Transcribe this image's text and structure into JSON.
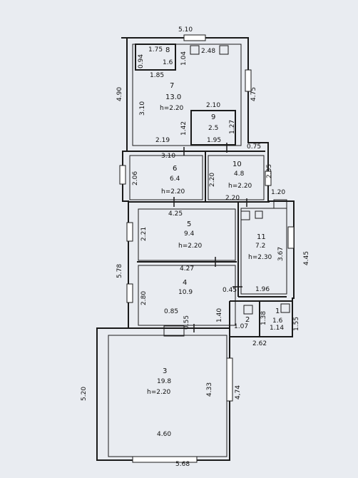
{
  "overall": {
    "width_top": "5.10",
    "width_bottom": "5.68",
    "height_left_upper": "4.90",
    "height_right_upper": "4.75",
    "height_left_mid": "5.78",
    "height_left_lower": "5.20",
    "height_right_mid": "4.45",
    "width_lower_right": "2.62",
    "height_lower_right": "1.55"
  },
  "rooms": [
    {
      "num": "8",
      "area": "1.6",
      "w": "1.75",
      "h": "0.94"
    },
    {
      "num": "7",
      "area": "13.0",
      "height": "h=2.20",
      "w": "1.85",
      "h": "3.10",
      "h2": "1.04",
      "extra": "2.48"
    },
    {
      "num": "9",
      "area": "2.5",
      "w": "2.10",
      "w2": "1.95",
      "h": "1.42",
      "h2": "1.27",
      "extra": "2.19"
    },
    {
      "num": "6",
      "area": "6.4",
      "height": "h=2.20",
      "w": "3.10",
      "h": "2.06"
    },
    {
      "num": "10",
      "area": "4.8",
      "height": "h=2.20",
      "w": "2.20",
      "h": "2.20",
      "h2": "2.35",
      "extra": "0.75"
    },
    {
      "num": "5",
      "area": "9.4",
      "height": "h=2.20",
      "w": "4.25",
      "h": "2.21"
    },
    {
      "num": "11",
      "area": "7.2",
      "height": "h=2.30",
      "w": "1.96",
      "h": "3.67",
      "extra": "1.20"
    },
    {
      "num": "4",
      "area": "10.9",
      "w": "4.27",
      "h": "2.80",
      "extra": "0.45"
    },
    {
      "num": "2",
      "area": "1.07",
      "h": "1.40",
      "extra": "0.55",
      "extra2": "0.85"
    },
    {
      "num": "1",
      "area": "1.6",
      "w": "1.14",
      "h": "1.38"
    },
    {
      "num": "3",
      "area": "19.8",
      "height": "h=2.20",
      "w": "4.60",
      "h": "4.33",
      "extra": "4,74"
    }
  ]
}
